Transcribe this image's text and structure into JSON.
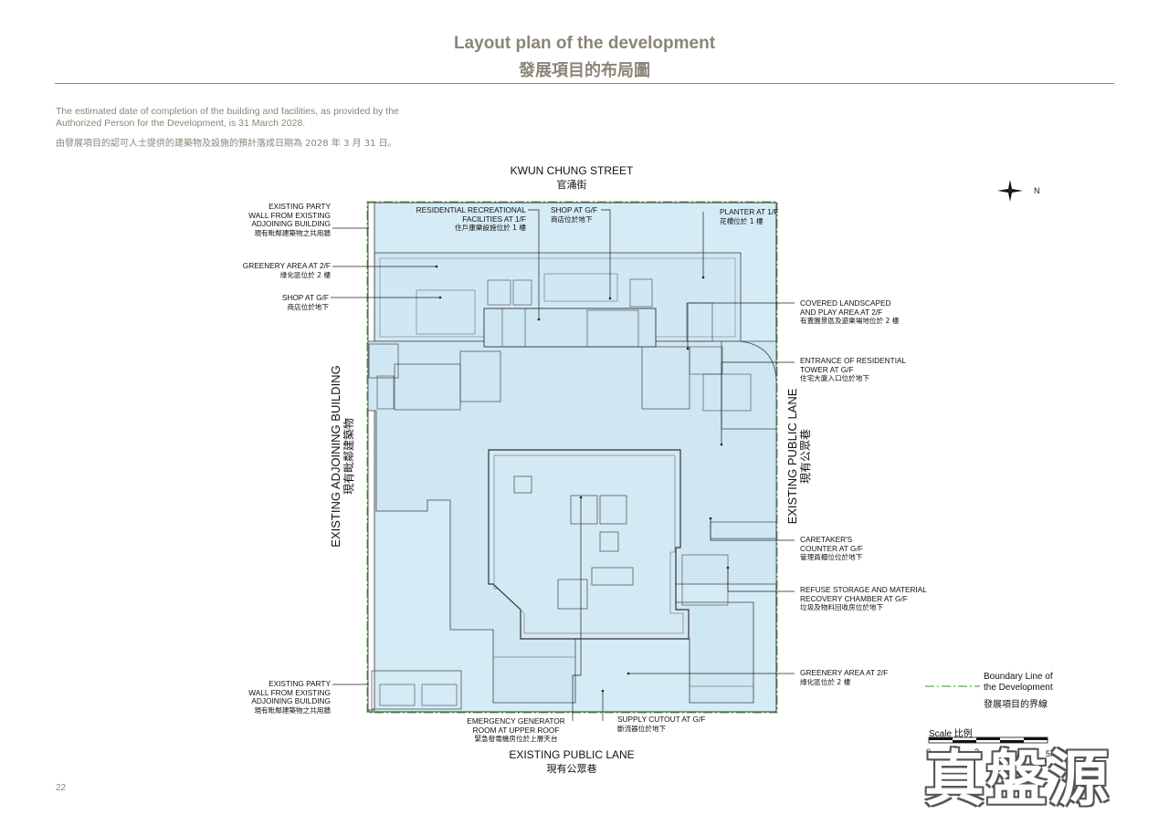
{
  "header": {
    "title_en": "Layout plan of the development",
    "title_zh": "發展項目的布局圖"
  },
  "note": {
    "en": "The estimated date of completion of the building and facilities, as provided by the Authorized Person for the Development, is 31 March 2028.",
    "zh": "由發展項目的認可人士提供的建築物及設施的預計落成日期為 2028 年 3 月 31 日。"
  },
  "streets": {
    "top_en": "KWUN CHUNG STREET",
    "top_zh": "官涌街",
    "bottom_en": "EXISTING PUBLIC LANE",
    "bottom_zh": "現有公眾巷",
    "right_en": "EXISTING PUBLIC LANE",
    "right_zh": "現有公眾巷",
    "left_en": "EXISTING ADJOINING BUILDING",
    "left_zh": "現有毗鄰建築物"
  },
  "labels": {
    "party_wall_top": {
      "l1": "EXISTING PARTY",
      "l2": "WALL FROM EXISTING",
      "l3": "ADJOINING BUILDING",
      "zh": "現有毗鄰建築物之共用牆"
    },
    "greenery_2f_left": {
      "l1": "GREENERY AREA AT 2/F",
      "zh": "綠化區位於 2 樓"
    },
    "shop_gf_left": {
      "l1": "SHOP AT G/F",
      "zh": "商店位於地下"
    },
    "residential_rec": {
      "l1": "RESIDENTIAL RECREATIONAL",
      "l2": "FACILITIES AT 1/F",
      "zh": "住戶康樂設施位於 1 樓"
    },
    "shop_gf_top": {
      "l1": "SHOP AT G/F",
      "zh": "商店位於地下"
    },
    "planter": {
      "l1": "PLANTER AT 1/F",
      "zh": "花槽位於 1 樓"
    },
    "covered_landscaped": {
      "l1": "COVERED LANDSCAPED",
      "l2": "AND PLAY AREA AT 2/F",
      "zh": "有蓋園景區及遊樂場地位於 2 樓"
    },
    "entrance": {
      "l1": "ENTRANCE OF RESIDENTIAL",
      "l2": "TOWER AT G/F",
      "zh": "住宅大廈入口位於地下"
    },
    "caretaker": {
      "l1": "CARETAKER'S",
      "l2": "COUNTER AT G/F",
      "zh": "管理員櫃位位於地下"
    },
    "refuse": {
      "l1": "REFUSE STORAGE AND MATERIAL",
      "l2": "RECOVERY CHAMBER AT G/F",
      "zh": "垃圾及物料回收房位於地下"
    },
    "greenery_2f_right": {
      "l1": "GREENERY AREA AT 2/F",
      "zh": "綠化區位於 2 樓"
    },
    "party_wall_bottom": {
      "l1": "EXISTING PARTY",
      "l2": "WALL FROM EXISTING",
      "l3": "ADJOINING BUILDING",
      "zh": "現有毗鄰建築物之共用牆"
    },
    "emergency_gen": {
      "l1": "EMERGENCY GENERATOR",
      "l2": "ROOM AT UPPER ROOF",
      "zh": "緊急發電機房位於上層天台"
    },
    "supply_cutout": {
      "l1": "SUPPLY CUTOUT AT G/F",
      "zh": "斷流器位於地下"
    }
  },
  "legend": {
    "boundary_en_1": "Boundary Line of",
    "boundary_en_2": "the Development",
    "boundary_zh": "發展項目的界線",
    "boundary_color": "#5aae4a"
  },
  "scale": {
    "label_en": "Scale",
    "label_zh": "比例",
    "ticks": [
      "0",
      "1",
      "2",
      "3",
      "4",
      "5M/米"
    ]
  },
  "north": {
    "label": "N"
  },
  "colors": {
    "plan_fill": "#d5ebf5",
    "accent": "#8a8576"
  },
  "page_number": "22",
  "watermark": "真盤源"
}
